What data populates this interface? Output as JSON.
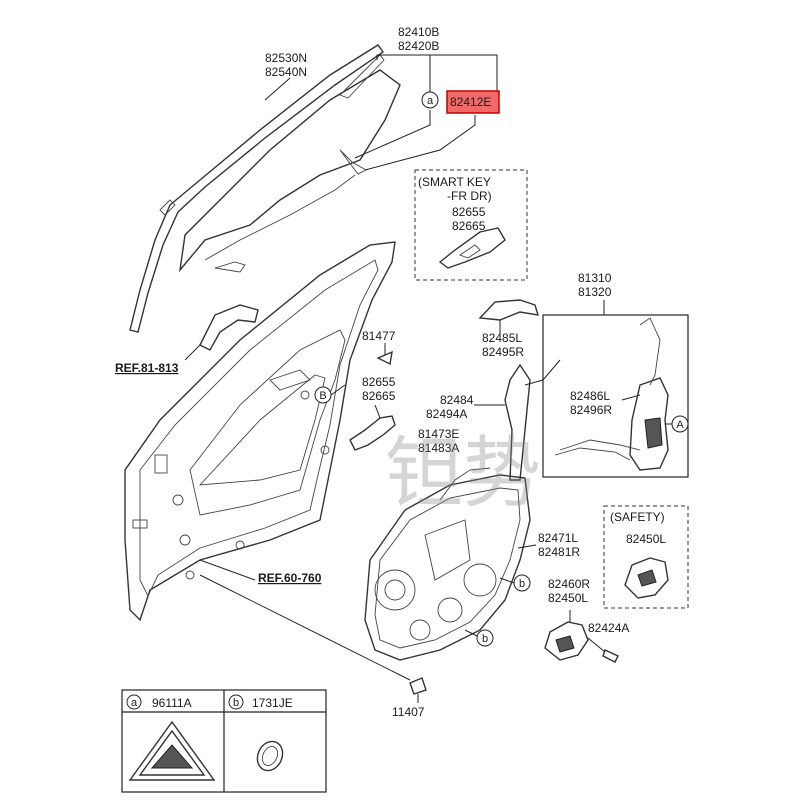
{
  "labels": {
    "glass": "82410B\n82420B",
    "run_channel": "82530N\n82540N",
    "highlight": "82412E",
    "smart_key_title": "(SMART KEY\n-FR DR)",
    "handle_sk": "82655\n82665",
    "actuator_cable": "81310\n81320",
    "lift_bracket": "82485L\n82495R",
    "bolt_81477": "81477",
    "handle_b": "82655\n82665",
    "module_mid": "82484\n82494A",
    "lock_cable": "81473E\n81483A",
    "cable_lock": "82486L\n82496R",
    "regulator": "82471L\n82481R",
    "safety_title": "(SAFETY)",
    "safety_motor": "82450L",
    "motor": "82460R\n82450L",
    "screw_82424": "82424A",
    "screw_11407": "11407",
    "ref_81": "REF.81-813",
    "ref_60": "REF.60-760"
  },
  "callouts": {
    "a": "a",
    "b": "b",
    "A": "A",
    "B": "B"
  },
  "legend": {
    "a_code": "a",
    "a_part": "96111A",
    "b_code": "b",
    "b_part": "1731JE"
  },
  "watermark": "钽势",
  "colors": {
    "highlight_fill": "#f06a6a",
    "highlight_stroke": "#c40000",
    "line": "#333333"
  }
}
